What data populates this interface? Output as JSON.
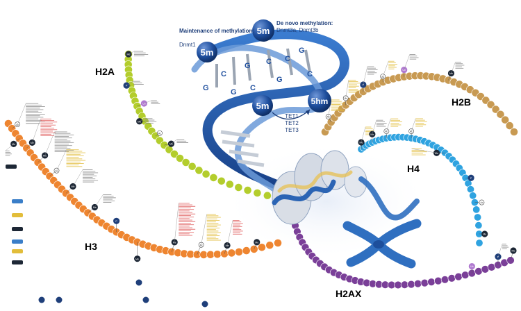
{
  "dna": {
    "maintenance_title": "Maintenance\nof methylation:",
    "maintenance_enzyme": "Dnmt1",
    "denovo_title": "De novo methylation:",
    "denovo_enzymes": "Dnmt3a, Dnmt3b",
    "mark_5m": "5m",
    "mark_5hm": "5hm",
    "base_c": "C",
    "base_g": "G",
    "tet_enzymes": [
      "TET1",
      "TET2",
      "TET3"
    ]
  },
  "histones": {
    "h2a": "H2A",
    "h2b": "H2B",
    "h3": "H3",
    "h4": "H4",
    "h2ax": "H2AX"
  },
  "tail_marks": {
    "acetyl": "Ac",
    "methyl": "Me",
    "phospho": "P",
    "ubiquitin": "Ub"
  },
  "colors": {
    "h2a": "#b3cd2c",
    "h2b": "#c89a52",
    "h3": "#ee8530",
    "h4": "#2fa3e0",
    "h2ax": "#7a3f98",
    "dna_blue": "#2b64b4",
    "dna_dark": "#143f85",
    "mark_dark": "#1d2735",
    "mark_navy": "#1f3f7a",
    "annot_red": "#e05a5a",
    "annot_yellow": "#e2bd3a",
    "annot_gray": "#8a8a8a",
    "chromosome": "#2f6fc0"
  }
}
